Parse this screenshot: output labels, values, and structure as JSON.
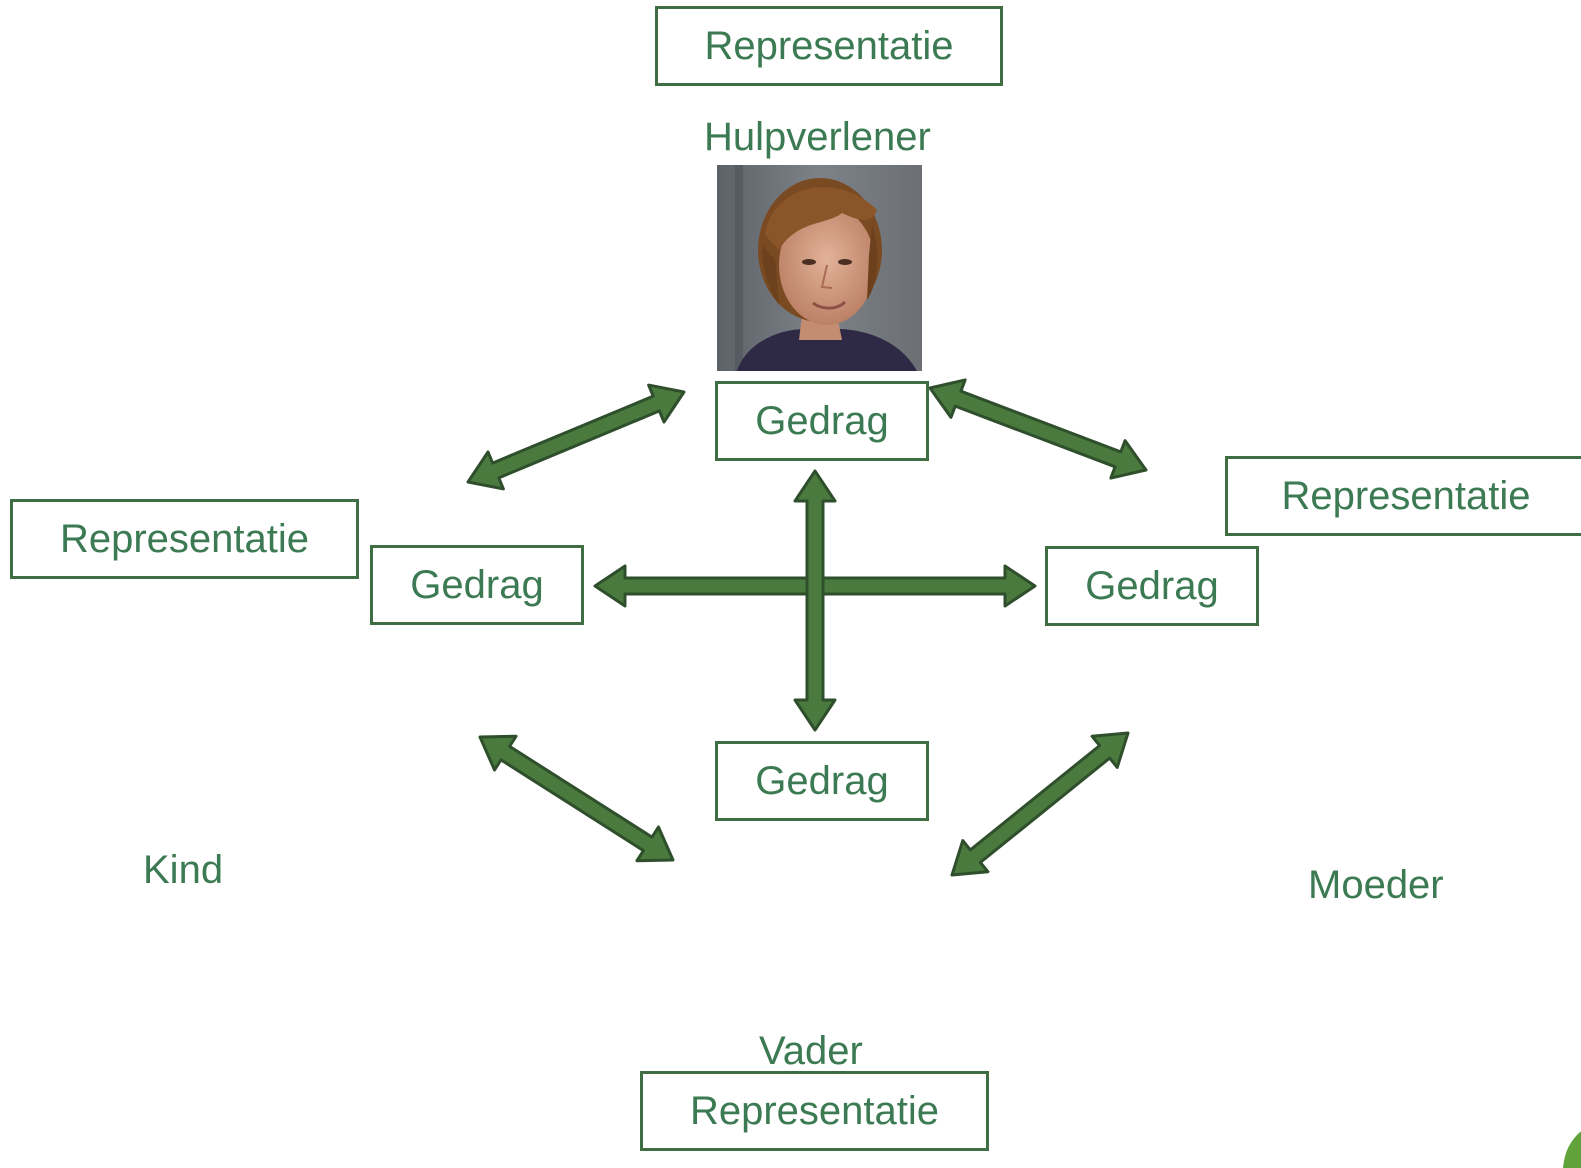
{
  "roles": {
    "helper": "Hulpverlener",
    "child": "Kind",
    "mother": "Moeder",
    "father": "Vader"
  },
  "boxes": {
    "representation_top": "Representatie",
    "representation_left": "Representatie",
    "representation_right": "Representatie",
    "representation_bottom": "Representatie",
    "behavior_top": "Gedrag",
    "behavior_left": "Gedrag",
    "behavior_right": "Gedrag",
    "behavior_bottom": "Gedrag"
  },
  "colors": {
    "text": "#3b7a52",
    "box_border": "#3f6e45",
    "arrow_fill": "#4a7a3e",
    "arrow_stroke": "#2f4f2c"
  },
  "icons": {
    "photo": "helper-portrait"
  }
}
